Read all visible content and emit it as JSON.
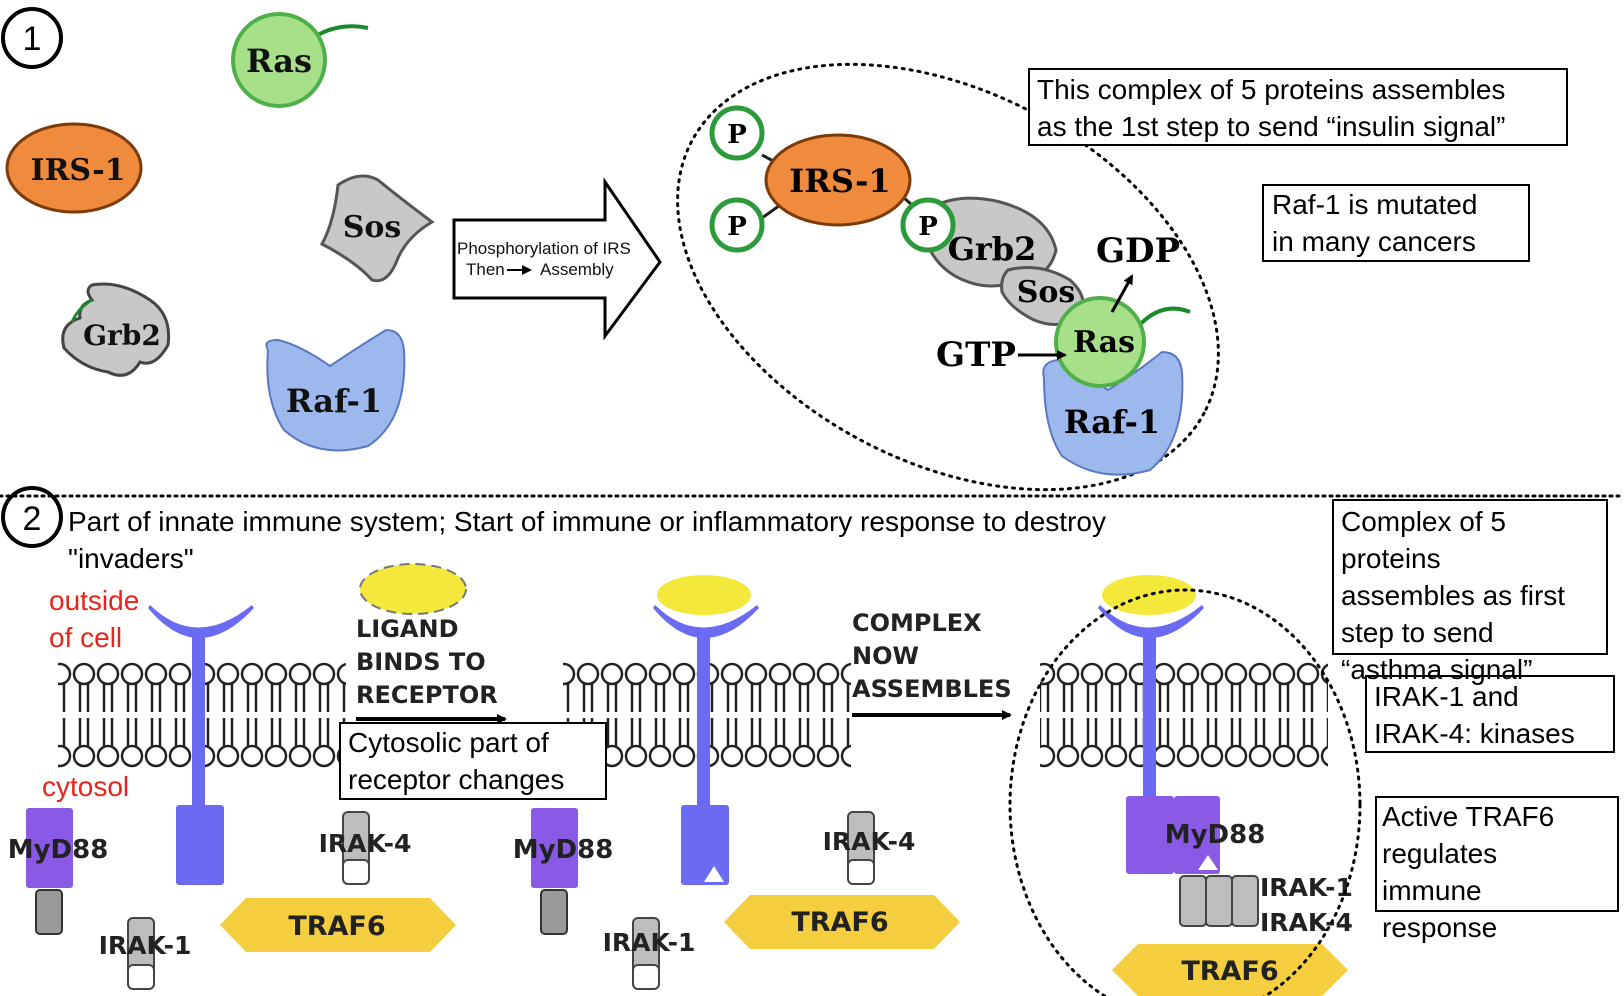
{
  "panel1": {
    "number": "1",
    "proteins": {
      "ras": "Ras",
      "irs1": "IRS-1",
      "sos": "Sos",
      "grb2": "Grb2",
      "raf1": "Raf-1"
    },
    "arrow_label_line1": "Phosphorylation of IRS",
    "arrow_label_then": "Then",
    "arrow_label_assembly": "Assembly",
    "complex": {
      "p": "P",
      "irs1": "IRS-1",
      "grb2": "Grb2",
      "sos": "Sos",
      "ras": "Ras",
      "raf1": "Raf-1",
      "gdp": "GDP",
      "gtp": "GTP"
    },
    "note1_line1": "This complex of 5 proteins assembles",
    "note1_line2": "as the 1st step to send “insulin signal”",
    "note2_line1": "Raf-1 is mutated",
    "note2_line2": "in many cancers"
  },
  "panel2": {
    "number": "2",
    "intro_line1": "Part of innate immune system; Start of immune or inflammatory response to destroy",
    "intro_line2": "\"invaders\"",
    "outside_line1": "outside",
    "outside_line2": "of cell",
    "cytosol": "cytosol",
    "myd88": "MyD88",
    "irak4": "IRAK-4",
    "irak1": "IRAK-1",
    "traf6": "TRAF6",
    "ligand_line1": "LIGAND",
    "ligand_line2": "BINDS TO",
    "ligand_line3": "RECEPTOR",
    "cyto_change_line1": "Cytosolic part of",
    "cyto_change_line2": "receptor changes",
    "complex_line1": "COMPLEX",
    "complex_line2": "NOW",
    "complex_line3": "ASSEMBLES",
    "note_asthma": [
      "Complex of 5",
      "proteins",
      "assembles as first",
      "step to send",
      "“asthma signal”"
    ],
    "note_irak": [
      "IRAK-1 and",
      "IRAK-4: kinases"
    ],
    "note_traf": [
      "Active TRAF6",
      "regulates",
      "immune",
      "response"
    ]
  },
  "colors": {
    "ras_fill": "#a8e08a",
    "irs_fill": "#f08a3c",
    "grey_fill": "#c8c8c8",
    "raf_fill": "#9cb8ec",
    "receptor": "#6a6af2",
    "myd88": "#8a5ae6",
    "traf6": "#f4ce3e",
    "ligand": "#f4e83a",
    "red_label": "#e8241a"
  }
}
